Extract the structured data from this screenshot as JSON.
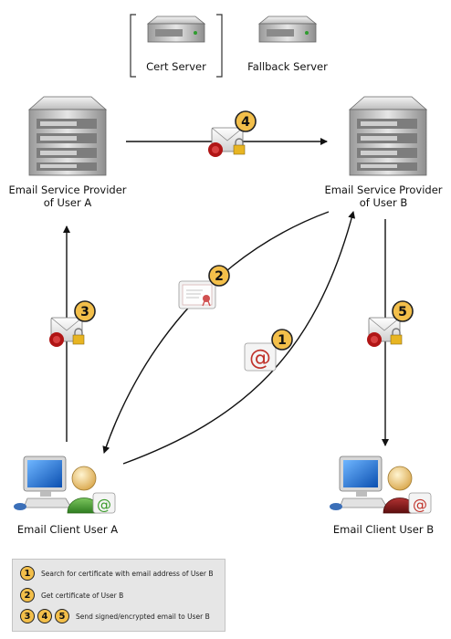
{
  "servers": {
    "cert_server": "Cert Server",
    "fallback_server": "Fallback Server"
  },
  "providers": {
    "a": {
      "line1": "Email Service Provider",
      "line2": "of User A"
    },
    "b": {
      "line1": "Email Service Provider",
      "line2": "of User B"
    }
  },
  "clients": {
    "a": "Email Client User A",
    "b": "Email Client User B"
  },
  "steps": [
    "1",
    "2",
    "3",
    "4",
    "5"
  ],
  "legend": {
    "step1": {
      "badges": [
        "1"
      ],
      "text": "Search for certificate with email address of User B"
    },
    "step2": {
      "badges": [
        "2"
      ],
      "text": "Get certificate of User B"
    },
    "step345": {
      "badges": [
        "3",
        "4",
        "5"
      ],
      "text": "Send signed/encrypted email to User B"
    }
  },
  "icons": {
    "at_symbol": "@",
    "server": "server-icon",
    "envelope": "signed-envelope-icon",
    "certificate": "certificate-icon",
    "user": "user-icon",
    "monitor": "computer-icon"
  },
  "colors": {
    "badge_fill": "#f3bf4a",
    "user_a_color": "#4fa83a",
    "user_b_color": "#8b1a1a",
    "at_color": "#c0332b"
  }
}
